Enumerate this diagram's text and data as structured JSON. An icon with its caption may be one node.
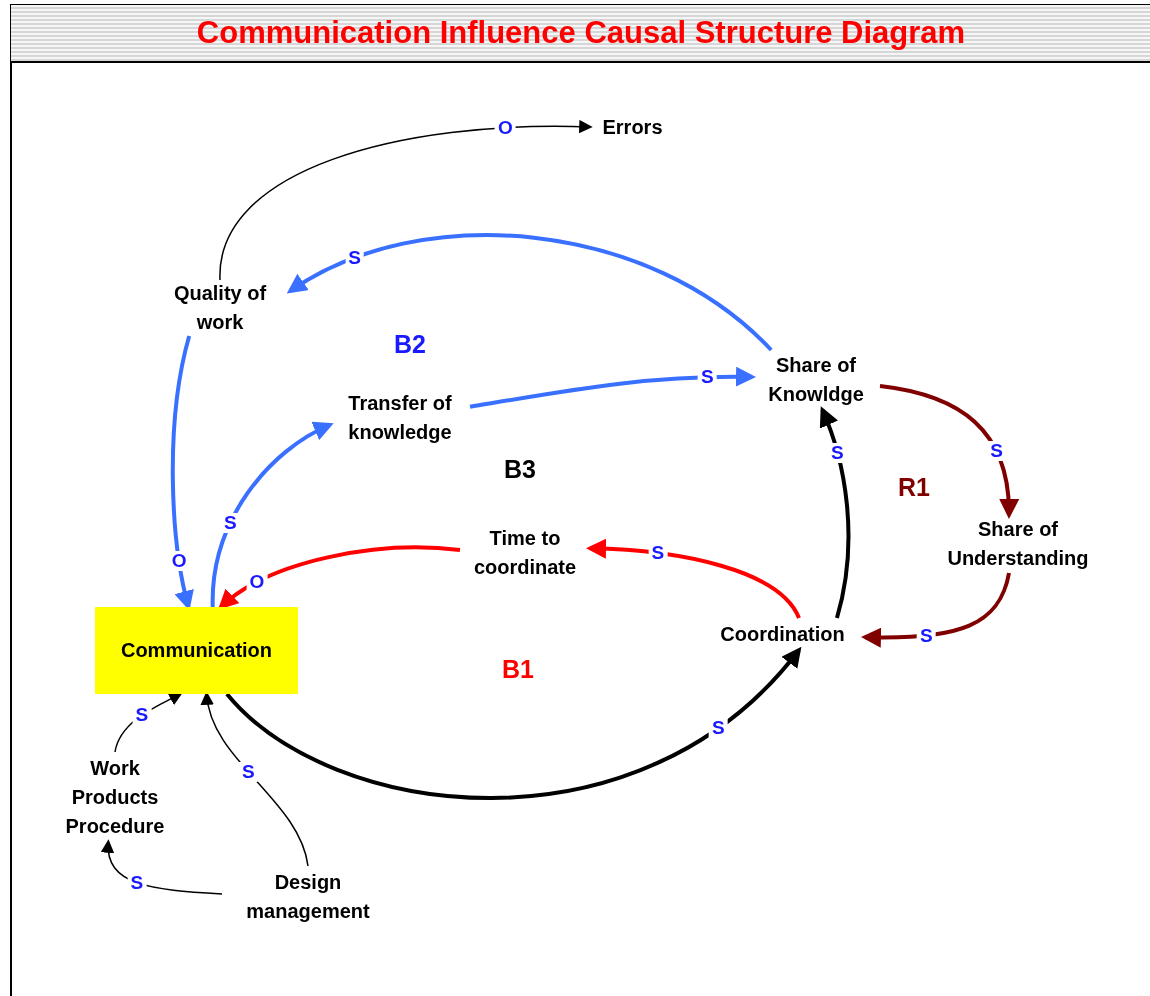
{
  "diagram": {
    "title": "Communication Influence Causal Structure Diagram",
    "nodes": [
      {
        "text": [
          "Communication"
        ]
      },
      {
        "text": [
          "Quality of work"
        ]
      },
      {
        "text": [
          "Errors"
        ]
      },
      {
        "text": [
          "Transfer of knowledge"
        ]
      },
      {
        "text": [
          "Share of Knowldge"
        ]
      },
      {
        "text": [
          "Share of Understanding"
        ]
      },
      {
        "text": [
          "Time to coordinate"
        ]
      },
      {
        "text": [
          "Coordination"
        ]
      },
      {
        "text": [
          "Work Products Procedure"
        ]
      },
      {
        "text": [
          "Design management"
        ]
      }
    ],
    "edges": [
      {
        "from": 1,
        "to": 2,
        "arrow": "to",
        "label": "O"
      },
      {
        "from": 4,
        "to": 1,
        "arrow": "to",
        "label": "S",
        "color": "#3a70ff"
      },
      {
        "from": 3,
        "to": 4,
        "arrow": "to",
        "label": "S",
        "color": "#3a70ff"
      },
      {
        "from": 0,
        "to": 3,
        "arrow": "to",
        "label": "S",
        "color": "#3a70ff"
      },
      {
        "from": 1,
        "to": 0,
        "arrow": "to",
        "label": "O",
        "color": "#3a70ff"
      },
      {
        "from": 6,
        "to": 0,
        "arrow": "to",
        "label": "O",
        "color": "#ff0000"
      },
      {
        "from": 7,
        "to": 6,
        "arrow": "to",
        "label": "S",
        "color": "#ff0000"
      },
      {
        "from": 0,
        "to": 7,
        "arrow": "to",
        "label": "S"
      },
      {
        "from": 7,
        "to": 4,
        "arrow": "to",
        "label": "S"
      },
      {
        "from": 4,
        "to": 5,
        "arrow": "to",
        "label": "S",
        "color": "#800000"
      },
      {
        "from": 5,
        "to": 7,
        "arrow": "to",
        "label": "S",
        "color": "#800000"
      },
      {
        "from": 8,
        "to": 0,
        "arrow": "to",
        "label": "S"
      },
      {
        "from": 9,
        "to": 0,
        "arrow": "to",
        "label": "S"
      },
      {
        "from": 9,
        "to": 8,
        "arrow": "to",
        "label": "S"
      }
    ],
    "labels": [
      "B2",
      "B3",
      "R1",
      "B1"
    ]
  }
}
